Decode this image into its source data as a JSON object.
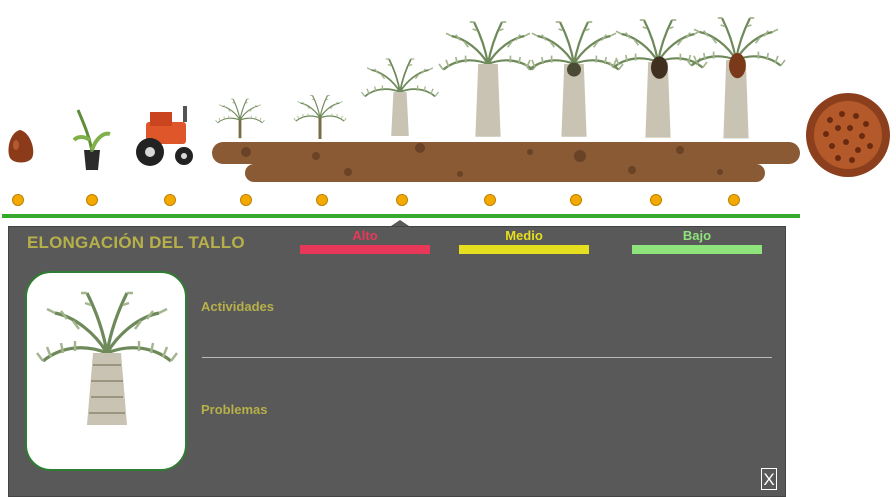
{
  "stages": [
    {
      "icon": "seed-icon"
    },
    {
      "icon": "seedling-pot-icon"
    },
    {
      "icon": "tractor-icon"
    },
    {
      "icon": "young-palm-icon"
    },
    {
      "icon": "young-palm-icon"
    },
    {
      "icon": "small-palm-icon"
    },
    {
      "icon": "palm-tree-icon"
    },
    {
      "icon": "palm-tree-icon"
    },
    {
      "icon": "palm-fruit-tree-icon"
    },
    {
      "icon": "palm-fruit-tree-icon"
    },
    {
      "icon": "fruit-bunch-icon"
    }
  ],
  "panel": {
    "title": "ELONGACIÓN DEL TALLO",
    "levels": [
      {
        "label": "Alto",
        "color": "#e8385a"
      },
      {
        "label": "Medio",
        "color": "#e6df1f"
      },
      {
        "label": "Bajo",
        "color": "#8fe37d"
      }
    ],
    "activities_label": "Actividades",
    "problems_label": "Problemas",
    "close_label": "X",
    "image_icon": "palm-tree-icon"
  },
  "colors": {
    "timeline": "#36a92e",
    "dot": "#f2a900",
    "panel_bg": "#595959",
    "title": "#b7b04a",
    "soil": "#8a5a34"
  }
}
